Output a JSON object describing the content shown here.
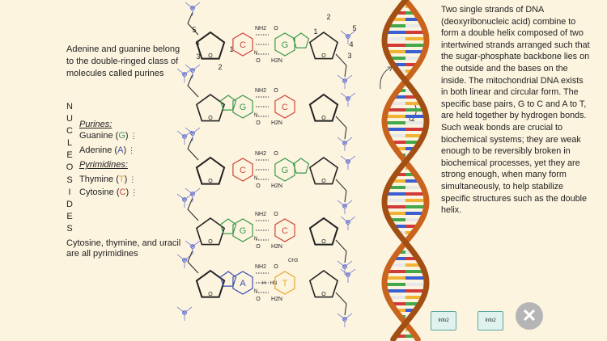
{
  "left_panel": {
    "intro": "Adenine and guanine belong to the double-ringed class of molecules called purines",
    "vertical_word": [
      "N",
      "U",
      "C",
      "L",
      "E",
      "O",
      "S",
      "I",
      "D",
      "E",
      "S"
    ],
    "purines_heading": "Purines:",
    "guanine": {
      "name": "Guanine",
      "symbol": "G",
      "color": "#3a9a4a"
    },
    "adenine": {
      "name": "Adenine",
      "symbol": "A",
      "color": "#3a4fb0"
    },
    "pyrimidines_heading": "Pyrimidines:",
    "thymine": {
      "name": "Thymine",
      "symbol": "T",
      "color": "#e6a830"
    },
    "cytosine": {
      "name": "Cytosine",
      "symbol": "C",
      "color": "#d0453a"
    },
    "outro": "Cytosine, thymine, and uracil are all pyrimidines"
  },
  "structure": {
    "rows": [
      {
        "left": "C",
        "right": "G"
      },
      {
        "left": "G",
        "right": "C"
      },
      {
        "left": "C",
        "right": "G"
      },
      {
        "left": "G",
        "right": "C"
      },
      {
        "left": "A",
        "right": "T"
      }
    ],
    "ring_numbers": [
      "5",
      "4",
      "3",
      "2",
      "1"
    ],
    "groups": {
      "nh2": "NH2",
      "o": "O",
      "n": "N",
      "h2n": "H2N",
      "ch3": "CH3",
      "hn": "HN",
      "p": "P",
      "h": "H"
    }
  },
  "right_panel": {
    "text": "Two single strands of DNA (deoxyribonucleic acid) combine to form a double helix composed of two intertwined strands arranged such that the sugar-phosphate backbone lies on the outside and the bases on the inside. The mitochondrial DNA exists in both linear and circular form. The specific base pairs, G to C and A to T, are held together by hydrogen bonds. Such weak bonds are crucial to biochemical systems; they are weak enough to be reversibly broken in biochemical processes, yet they are strong enough, when many form simultaneously, to help stabilize specific structures such as the double helix."
  },
  "buttons": {
    "info1": "Info2",
    "info2": "Info2",
    "close": "✕"
  },
  "colors": {
    "G": "#3a9a4a",
    "A": "#3a4fb0",
    "T": "#e6a830",
    "C": "#d0453a",
    "backbone": "#c8641e",
    "phosphate": "#5566cc"
  }
}
